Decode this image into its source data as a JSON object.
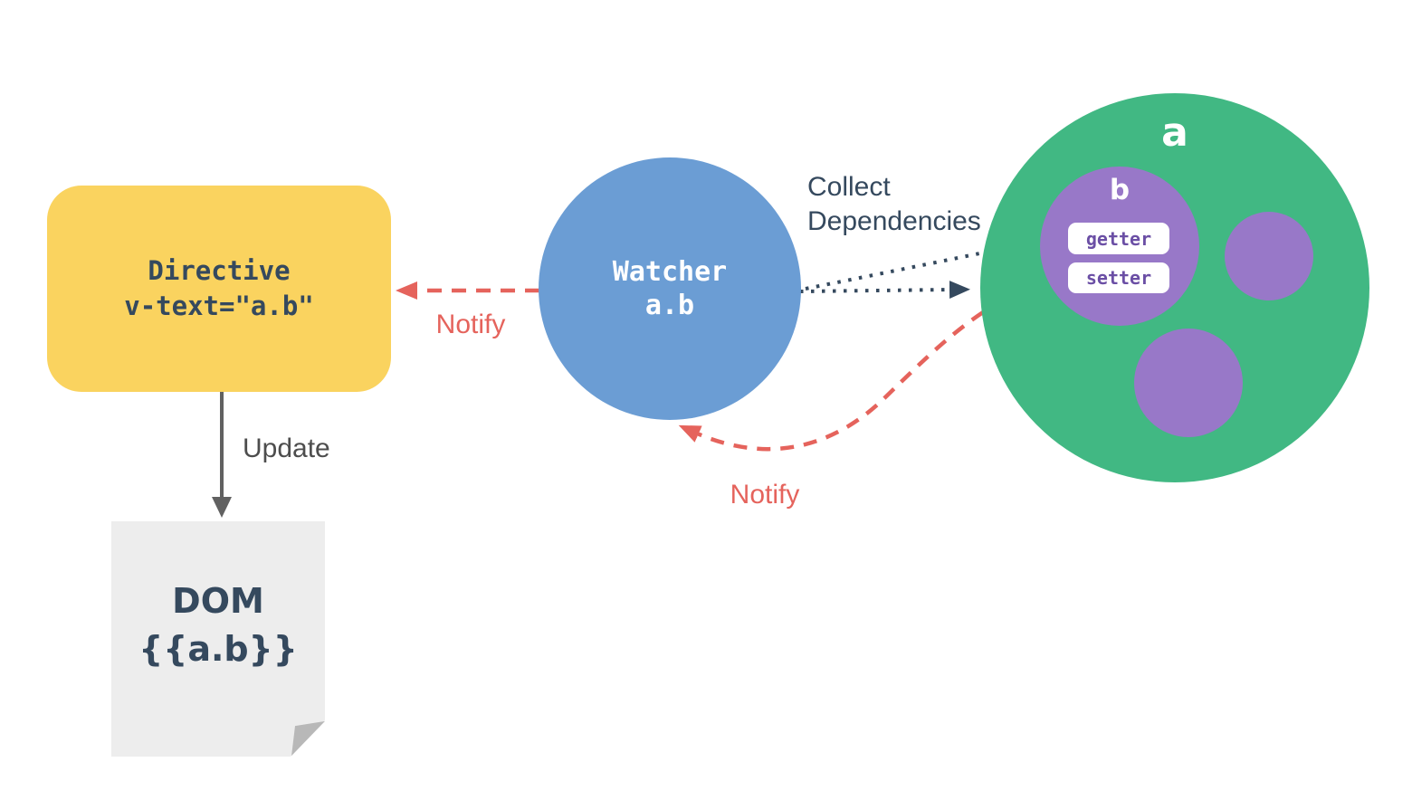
{
  "directive": {
    "line1": "Directive",
    "line2": "v-text=\"a.b\""
  },
  "watcher": {
    "line1": "Watcher",
    "line2": "a.b"
  },
  "data_object": {
    "outer_label": "a",
    "inner_label": "b",
    "getter_label": "getter",
    "setter_label": "setter"
  },
  "dom": {
    "line1": "DOM",
    "line2": "{{a.b}}"
  },
  "labels": {
    "collect_line1": "Collect",
    "collect_line2": "Dependencies",
    "notify_left": "Notify",
    "notify_bottom": "Notify",
    "update": "Update"
  },
  "icons": {
    "notify_left_arrow": "dashed-arrow-left-icon",
    "notify_bottom_arrow": "dashed-curved-arrow-icon",
    "collect_arrow_to_getter": "dotted-arrow-icon",
    "collect_arrow_to_object": "dotted-arrow-icon",
    "update_arrow": "solid-arrow-down-icon"
  },
  "colors": {
    "yellow": "#FAD35F",
    "navy": "#35495E",
    "blue": "#6B9DD4",
    "green": "#41B883",
    "purple": "#9878C8",
    "purple_dark": "#6B4FA5",
    "red": "#E5635C",
    "gray_arrow": "#616161",
    "gray_text": "#4D4D4D",
    "paper": "#EDEDED",
    "paper_fold": "#B8B8B8"
  }
}
